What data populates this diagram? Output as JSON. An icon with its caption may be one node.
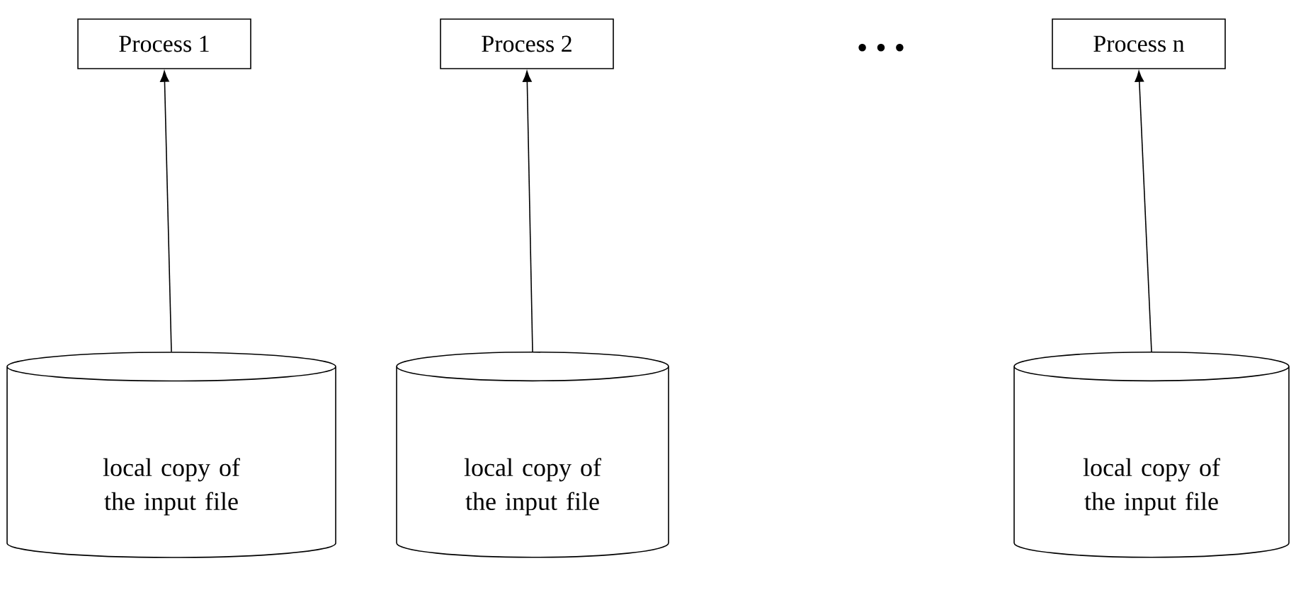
{
  "diagram": {
    "nodes": [
      {
        "text": [
          "Process 1"
        ]
      },
      {
        "text": [
          "Process 2"
        ]
      },
      {
        "text": [
          "Process n"
        ]
      },
      {
        "text": [
          "local copy of the input file"
        ]
      },
      {
        "text": [
          "local copy of the input file"
        ]
      },
      {
        "text": [
          "local copy of the input file"
        ]
      }
    ],
    "edges": [
      {
        "from": 3,
        "to": 0,
        "arrow": "to"
      },
      {
        "from": 4,
        "to": 1,
        "arrow": "to"
      },
      {
        "from": 5,
        "to": 2,
        "arrow": "to"
      }
    ],
    "labels": [
      "• • •"
    ]
  }
}
